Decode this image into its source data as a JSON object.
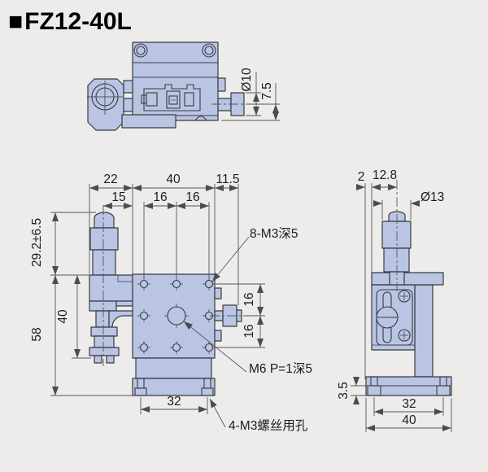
{
  "title": {
    "bullet": "■",
    "model": "FZ12-40L"
  },
  "colors": {
    "part_fill": "#b9c5e3",
    "background": "#edecea",
    "outline": "#3a3b42"
  },
  "views": {
    "top": {
      "dims": {
        "shaft_dia": "Ø10",
        "shaft_height": "7.5"
      }
    },
    "front": {
      "dims": {
        "body_to_plate": "22",
        "plate_width": "40",
        "shaft_len": "11.5",
        "mic_offset": "15",
        "hole_pitch_a": "16",
        "hole_pitch_b": "16",
        "travel": "29.2±6.5",
        "total_height": "58",
        "plate_height": "40",
        "hole_pitch_v1": "16",
        "hole_pitch_v2": "16",
        "foot_pitch": "32"
      },
      "labels": {
        "top_holes": "8-M3深5",
        "center_hole": "M6 P=1深5",
        "foot_holes": "4-M3螺丝用孔"
      }
    },
    "side": {
      "dims": {
        "edge_offset": "2",
        "axis_offset": "12.8",
        "knob_dia": "Ø13",
        "foot_height": "3.5",
        "slot_pitch": "32",
        "base_width": "40"
      }
    }
  }
}
